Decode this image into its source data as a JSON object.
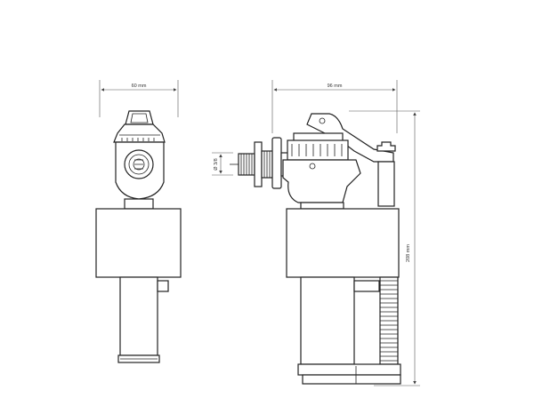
{
  "dimensions": {
    "width": "60 mm",
    "depth": "96 mm",
    "height": "208 mm",
    "inlet": "Ø 3/8"
  },
  "colors": {
    "line": "#222222",
    "dimension": "#555555",
    "background": "#ffffff"
  }
}
